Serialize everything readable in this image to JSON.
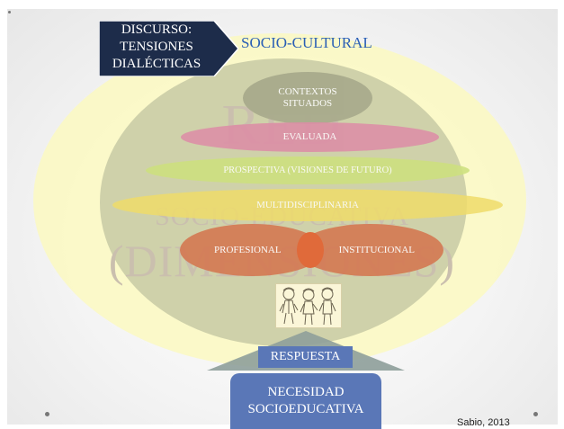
{
  "badge": {
    "lines": [
      "DISCURSO:",
      "TENSIONES",
      "DIALÉCTICAS"
    ]
  },
  "context_label": "SOCIO-CULTURAL",
  "watermark": {
    "line1": "RED",
    "line2": "SOCIO-EDUCATIVA",
    "line3": "(DIMENSIONES)"
  },
  "layers": {
    "contextos": [
      "CONTEXTOS",
      "SITUADOS"
    ],
    "evaluada": "EVALUADA",
    "prospectiva": "PROSPECTIVA (VISIONES DE FUTURO)",
    "multidisciplinaria": "MULTIDISCIPLINARIA",
    "profesional": "PROFESIONAL",
    "institucional": "INSTITUCIONAL"
  },
  "respuesta": "RESPUESTA",
  "necesidad": [
    "NECESIDAD",
    "SOCIOEDUCATIVA"
  ],
  "credit": "Sabio, 2013",
  "colors": {
    "outer": "#fbf8c4",
    "inner": "#cfd1aa",
    "blue_box": "#5a77b7",
    "badge": "#1d2c4a",
    "socio_text": "#2a5fb5"
  }
}
